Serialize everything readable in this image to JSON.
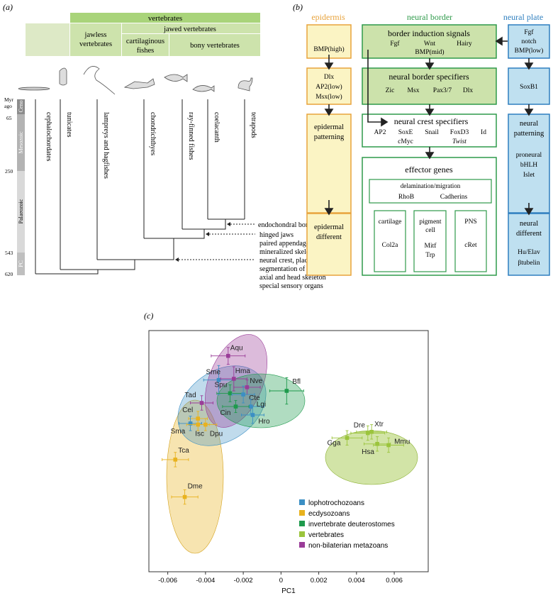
{
  "panel_a": {
    "label": "(a)",
    "header": {
      "vertebrates": "vertebrates",
      "jawless_l1": "jawless",
      "jawless_l2": "vertebrates",
      "jawed": "jawed vertebrates",
      "cart_l1": "cartilaginous",
      "cart_l2": "fishes",
      "bony": "bony vertebrates"
    },
    "time_axis": {
      "myr_l1": "Myr",
      "myr_l2": "ago",
      "eras": [
        "Ceno",
        "Mesozoic",
        "Palaeozoic",
        "PC"
      ],
      "ticks": [
        "65",
        "250",
        "543",
        "620"
      ]
    },
    "taxa": [
      "cephalochordates",
      "tunicates",
      "lampreys and hagfishes",
      "chondrichthyes",
      "ray-finned fishes",
      "coelacanth",
      "tetrapods"
    ],
    "annotations": {
      "endochondral": "endochondral bone",
      "jaws": [
        "hinged jaws",
        "paired appendages",
        "mineralized skeleton"
      ],
      "crest": [
        "neural crest, placodes",
        "segmentation of brain",
        "axial and head skeleton",
        "special sensory organs"
      ]
    }
  },
  "panel_b": {
    "label": "(b)",
    "headers": {
      "epidermis": "epidermis",
      "neural_border": "neural border",
      "neural_plate": "neural plate"
    },
    "epidermis": {
      "bmp": "BMP(high)",
      "dlx": [
        "Dlx",
        "AP2(low)",
        "Msx(low)"
      ],
      "patterning": [
        "epidermal",
        "patterning"
      ],
      "different": [
        "epidermal",
        "different"
      ]
    },
    "border_induction": {
      "title": "border induction signals",
      "genes": [
        "Fgf",
        "Wnt",
        "Hairy"
      ],
      "bmp": "BMP(mid)"
    },
    "border_specifiers": {
      "title": "neural border specifiers",
      "genes": [
        "Zic",
        "Msx",
        "Pax3/7",
        "Dlx"
      ]
    },
    "crest_specifiers": {
      "title": "neural crest specifiers",
      "genes": [
        "AP2",
        "SoxE",
        "Snail",
        "FoxD3",
        "Id"
      ],
      "genes2": [
        "cMyc",
        "Twist"
      ]
    },
    "effector": {
      "title": "effector genes",
      "delam": "delamination/migration",
      "delam_genes": [
        "RhoB",
        "Cadherins"
      ],
      "cartilage": [
        "cartilage",
        "Col2a"
      ],
      "pigment": [
        "pigment",
        "cell",
        "Mitf",
        "Trp"
      ],
      "pns": [
        "PNS",
        "cRet"
      ]
    },
    "neural_plate": {
      "signals": [
        "Fgf",
        "notch",
        "BMP(low)"
      ],
      "soxb1": "SoxB1",
      "patterning": [
        "neural",
        "patterning"
      ],
      "patterning_genes": [
        "proneural",
        "bHLH",
        "Islet"
      ],
      "different": [
        "neural",
        "different"
      ],
      "different_genes": [
        "Hu/Elav",
        "βtubelin"
      ]
    },
    "colors": {
      "epidermis": "#e8a33c",
      "border": "#2e9a4a",
      "plate": "#2f7fbf"
    }
  },
  "panel_c": {
    "label": "(c)",
    "legend": [
      {
        "name": "lophotrochozoans",
        "color": "#3b8fc4"
      },
      {
        "name": "ecdysozoans",
        "color": "#e8b21e"
      },
      {
        "name": "invertebrate deuterostomes",
        "color": "#1e9a4c"
      },
      {
        "name": "vertebrates",
        "color": "#9bc43c"
      },
      {
        "name": "non-bilaterian metazoans",
        "color": "#9a3c98"
      }
    ]
  },
  "chart_data": {
    "type": "scatter",
    "xlabel": "PC1",
    "xlim": [
      -0.007,
      0.0078
    ],
    "ylim": [
      -1.0,
      1.0
    ],
    "xticks": [
      "-0.006",
      "-0.004",
      "-0.002",
      "0",
      "0.002",
      "0.004",
      "0.006"
    ],
    "xtick_values": [
      -0.006,
      -0.004,
      -0.002,
      0,
      0.002,
      0.004,
      0.006
    ],
    "points": [
      {
        "name": "Aqu",
        "group": 4,
        "x": -0.0028,
        "y": 0.79,
        "ex": 0.0009,
        "ey": 0.07
      },
      {
        "name": "Sme",
        "group": 0,
        "x": -0.0033,
        "y": 0.59,
        "ex": 0.0008,
        "ey": 0.12
      },
      {
        "name": "Hma",
        "group": 4,
        "x": -0.0025,
        "y": 0.6,
        "ex": 0.0007,
        "ey": 0.1
      },
      {
        "name": "Nve",
        "group": 4,
        "x": -0.0018,
        "y": 0.53,
        "ex": 0.0007,
        "ey": 0.06
      },
      {
        "name": "Spu",
        "group": 2,
        "x": -0.0027,
        "y": 0.48,
        "ex": 0.0007,
        "ey": 0.07
      },
      {
        "name": "Bfl",
        "group": 2,
        "x": 0.0003,
        "y": 0.5,
        "ex": 0.0009,
        "ey": 0.11
      },
      {
        "name": "Cte",
        "group": 0,
        "x": -0.002,
        "y": 0.47,
        "ex": 0.0006,
        "ey": 0.07
      },
      {
        "name": "Tad",
        "group": 4,
        "x": -0.0042,
        "y": 0.4,
        "ex": 0.0006,
        "ey": 0.06
      },
      {
        "name": "Lgi",
        "group": 0,
        "x": -0.0016,
        "y": 0.37,
        "ex": 0.0007,
        "ey": 0.06
      },
      {
        "name": "Cin",
        "group": 2,
        "x": -0.0024,
        "y": 0.37,
        "ex": 0.0007,
        "ey": 0.05
      },
      {
        "name": "Hro",
        "group": 0,
        "x": -0.0015,
        "y": 0.3,
        "ex": 0.0006,
        "ey": 0.07
      },
      {
        "name": "Cel",
        "group": 1,
        "x": -0.0044,
        "y": 0.27,
        "ex": 0.0005,
        "ey": 0.06
      },
      {
        "name": "Sma",
        "group": 0,
        "x": -0.0048,
        "y": 0.23,
        "ex": 0.0006,
        "ey": 0.06
      },
      {
        "name": "Isc",
        "group": 1,
        "x": -0.0044,
        "y": 0.22,
        "ex": 0.0006,
        "ey": 0.05
      },
      {
        "name": "Dpu",
        "group": 1,
        "x": -0.004,
        "y": 0.22,
        "ex": 0.0006,
        "ey": 0.05
      },
      {
        "name": "Dre",
        "group": 3,
        "x": 0.0046,
        "y": 0.15,
        "ex": 0.0009,
        "ey": 0.06
      },
      {
        "name": "Xtr",
        "group": 3,
        "x": 0.0048,
        "y": 0.16,
        "ex": 0.0008,
        "ey": 0.06
      },
      {
        "name": "Gga",
        "group": 3,
        "x": 0.0035,
        "y": 0.11,
        "ex": 0.0008,
        "ey": 0.06
      },
      {
        "name": "Mmu",
        "group": 3,
        "x": 0.0057,
        "y": 0.05,
        "ex": 0.0008,
        "ey": 0.06
      },
      {
        "name": "Hsa",
        "group": 3,
        "x": 0.0051,
        "y": 0.06,
        "ex": 0.0007,
        "ey": 0.06
      },
      {
        "name": "Tca",
        "group": 1,
        "x": -0.0056,
        "y": -0.07,
        "ex": 0.0007,
        "ey": 0.06
      },
      {
        "name": "Dme",
        "group": 1,
        "x": -0.0051,
        "y": -0.38,
        "ex": 0.0007,
        "ey": 0.06
      }
    ]
  }
}
